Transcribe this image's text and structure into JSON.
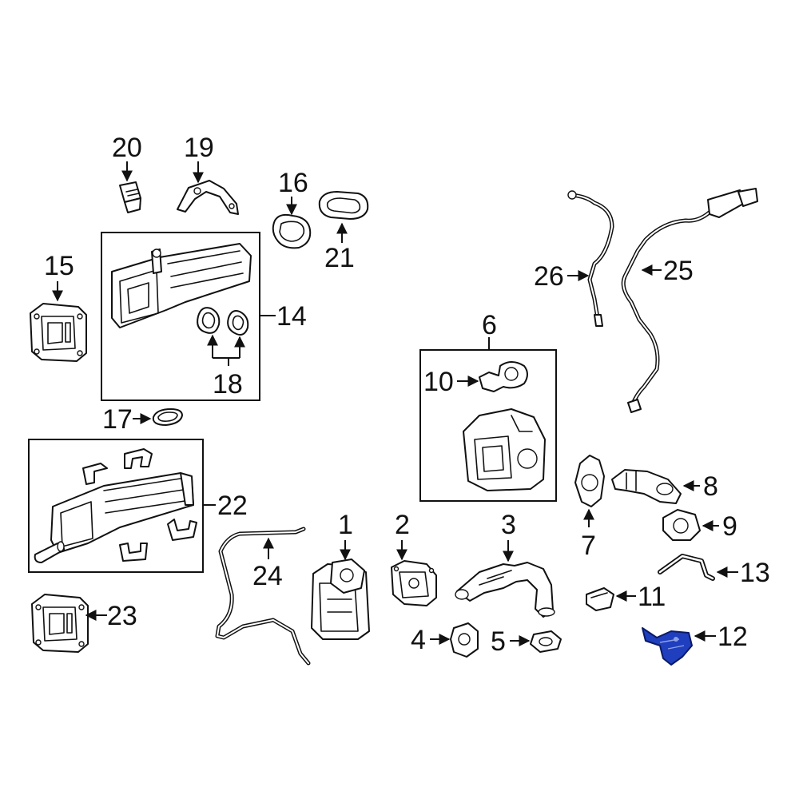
{
  "diagram": {
    "callouts": [
      {
        "id": "c1",
        "text": "1"
      },
      {
        "id": "c2",
        "text": "2"
      },
      {
        "id": "c3",
        "text": "3"
      },
      {
        "id": "c4",
        "text": "4"
      },
      {
        "id": "c5",
        "text": "5"
      },
      {
        "id": "c6",
        "text": "6"
      },
      {
        "id": "c7",
        "text": "7"
      },
      {
        "id": "c8",
        "text": "8"
      },
      {
        "id": "c9",
        "text": "9"
      },
      {
        "id": "c10",
        "text": "10"
      },
      {
        "id": "c11",
        "text": "11"
      },
      {
        "id": "c12",
        "text": "12"
      },
      {
        "id": "c13",
        "text": "13"
      },
      {
        "id": "c14",
        "text": "14"
      },
      {
        "id": "c15",
        "text": "15"
      },
      {
        "id": "c16",
        "text": "16"
      },
      {
        "id": "c17",
        "text": "17"
      },
      {
        "id": "c18",
        "text": "18"
      },
      {
        "id": "c19",
        "text": "19"
      },
      {
        "id": "c20",
        "text": "20"
      },
      {
        "id": "c21",
        "text": "21"
      },
      {
        "id": "c22",
        "text": "22"
      },
      {
        "id": "c23",
        "text": "23"
      },
      {
        "id": "c24",
        "text": "24"
      },
      {
        "id": "c25",
        "text": "25"
      },
      {
        "id": "c26",
        "text": "26"
      }
    ],
    "highlighted_part": "12",
    "colors": {
      "line": "#111111",
      "background": "#ffffff",
      "highlight": "#1f3fbf"
    }
  }
}
